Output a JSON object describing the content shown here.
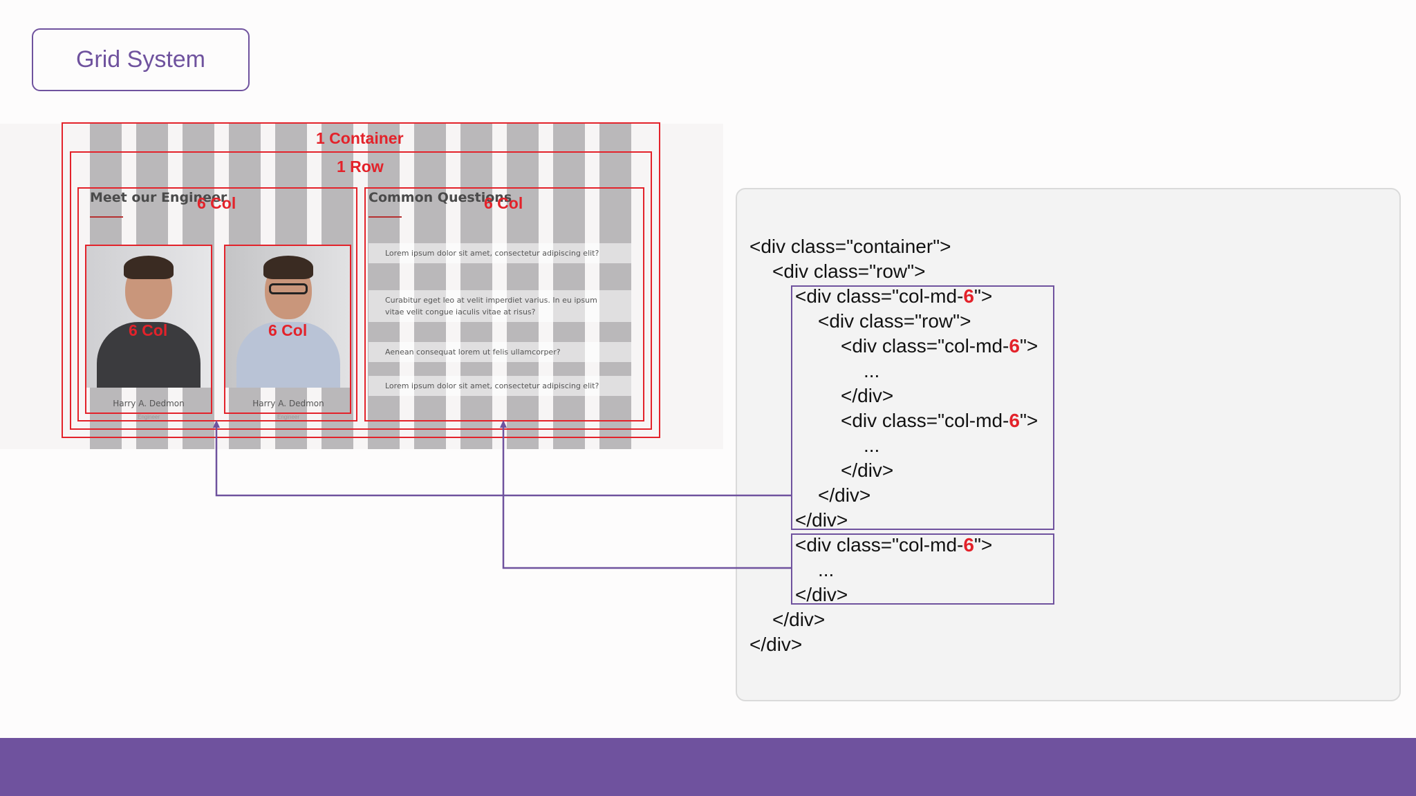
{
  "title": "Grid System",
  "screenshot": {
    "heading_left": "Meet our Engineer",
    "heading_right": "Common Questions",
    "engineers": [
      {
        "name": "Harry A. Dedmon",
        "role": "Engineer"
      },
      {
        "name": "Harry A. Dedmon",
        "role": "Engineer"
      }
    ],
    "questions": [
      "Lorem ipsum dolor sit amet, consectetur adipiscing elit?",
      "Curabitur eget leo at velit imperdiet varius. In eu ipsum vitae velit congue iaculis vitae at risus?",
      "Aenean consequat lorem ut felis ullamcorper?",
      "Lorem ipsum dolor sit amet, consectetur adipiscing elit?"
    ]
  },
  "annotations": {
    "container": "1 Container",
    "row": "1 Row",
    "col_left": "6 Col",
    "col_right": "6 Col",
    "col_photo_1": "6 Col",
    "col_photo_2": "6 Col"
  },
  "code": {
    "line1": "<div class=\"container\">",
    "line2": "<div class=\"row\">",
    "line3_pre": "<div class=\"col-md-",
    "line3_num": "6",
    "line3_post": "\">",
    "line4": "<div class=\"row\">",
    "line5_pre": "<div class=\"col-md-",
    "line5_num": "6",
    "line5_post": "\">",
    "line6": "...",
    "line7": "</div>",
    "line8_pre": "<div class=\"col-md-",
    "line8_num": "6",
    "line8_post": "\">",
    "line9": "...",
    "line10": "</div>",
    "line11": "</div>",
    "line12": "</div>",
    "line13_pre": "<div class=\"col-md-",
    "line13_num": "6",
    "line13_post": "\">",
    "line14": "...",
    "line15": "</div>",
    "line16": "</div>",
    "line17": "</div>"
  },
  "colors": {
    "accent": "#6f529e",
    "annotation_red": "#e3222a"
  }
}
